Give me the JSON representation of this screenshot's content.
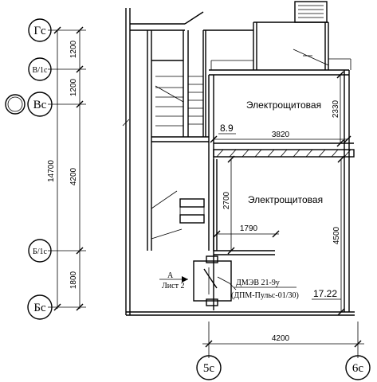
{
  "axes": {
    "g": "Гс",
    "v1": "В/1с",
    "v": "Вс",
    "b1": "Б/1с",
    "b": "Бс",
    "c5": "5с",
    "c6": "6с"
  },
  "dimensions": {
    "d1200a": "1200",
    "d1200b": "1200",
    "d4200v": "4200",
    "d1800": "1800",
    "d14700": "14700",
    "d2330": "2330",
    "d3820": "3820",
    "d2700": "2700",
    "d4500": "4500",
    "d1790": "1790",
    "d4200h": "4200"
  },
  "rooms": {
    "upper": "Электрощитовая",
    "lower": "Электрощитовая"
  },
  "marks": {
    "m89": "8.9",
    "m1722": "17.22"
  },
  "section": {
    "letter": "А",
    "sheet": "Лист 2"
  },
  "equipment": {
    "name": "ДМЭВ 21-9у",
    "sub": "(ДПМ-Пульс-01/30)"
  }
}
